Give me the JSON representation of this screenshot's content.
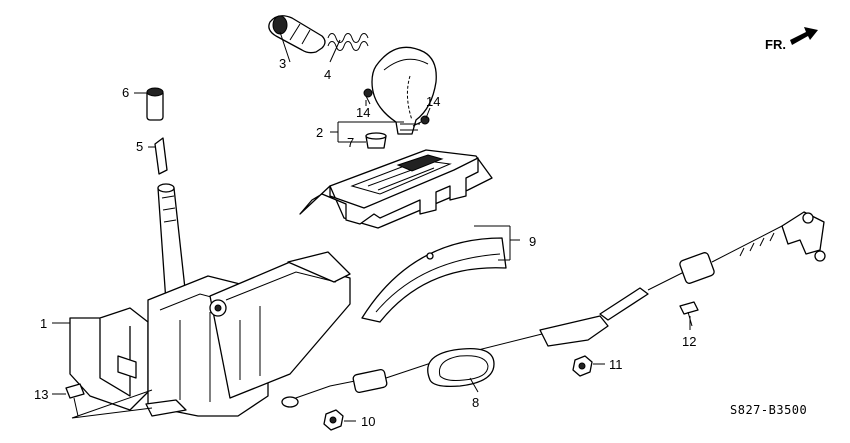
{
  "diagram": {
    "direction_label": "FR.",
    "drawing_code": "S827-B3500",
    "callouts": {
      "c1": "1",
      "c2": "2",
      "c3": "3",
      "c4": "4",
      "c5": "5",
      "c6": "6",
      "c7": "7",
      "c8": "8",
      "c9": "9",
      "c10": "10",
      "c11": "11",
      "c12": "12",
      "c13": "13",
      "c14a": "14",
      "c14b": "14"
    }
  }
}
